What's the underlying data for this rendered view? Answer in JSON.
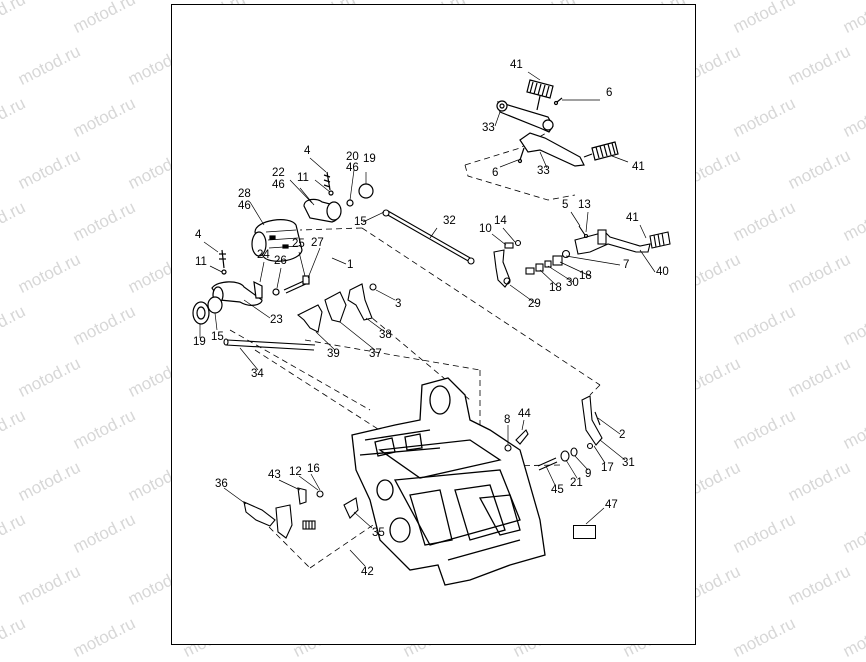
{
  "watermark": {
    "text": "motod.ru"
  },
  "diagram": {
    "callouts": [
      {
        "id": "41a",
        "label": "41"
      },
      {
        "id": "6a",
        "label": "6"
      },
      {
        "id": "33a",
        "label": "33"
      },
      {
        "id": "41b",
        "label": "41"
      },
      {
        "id": "6b",
        "label": "6"
      },
      {
        "id": "33b",
        "label": "33"
      },
      {
        "id": "4a",
        "label": "4"
      },
      {
        "id": "22",
        "label": "22"
      },
      {
        "id": "46a",
        "label": "46"
      },
      {
        "id": "11a",
        "label": "11"
      },
      {
        "id": "20",
        "label": "20"
      },
      {
        "id": "46b",
        "label": "46"
      },
      {
        "id": "19a",
        "label": "19"
      },
      {
        "id": "28",
        "label": "28"
      },
      {
        "id": "46c",
        "label": "46"
      },
      {
        "id": "15a",
        "label": "15"
      },
      {
        "id": "32",
        "label": "32"
      },
      {
        "id": "5",
        "label": "5"
      },
      {
        "id": "13",
        "label": "13"
      },
      {
        "id": "41c",
        "label": "41"
      },
      {
        "id": "14",
        "label": "14"
      },
      {
        "id": "10",
        "label": "10"
      },
      {
        "id": "4b",
        "label": "4"
      },
      {
        "id": "25",
        "label": "25"
      },
      {
        "id": "27",
        "label": "27"
      },
      {
        "id": "24",
        "label": "24"
      },
      {
        "id": "26",
        "label": "26"
      },
      {
        "id": "11b",
        "label": "11"
      },
      {
        "id": "1",
        "label": "1"
      },
      {
        "id": "7",
        "label": "7"
      },
      {
        "id": "18a",
        "label": "18"
      },
      {
        "id": "30",
        "label": "30"
      },
      {
        "id": "18b",
        "label": "18"
      },
      {
        "id": "40",
        "label": "40"
      },
      {
        "id": "3",
        "label": "3"
      },
      {
        "id": "29",
        "label": "29"
      },
      {
        "id": "23",
        "label": "23"
      },
      {
        "id": "19b",
        "label": "19"
      },
      {
        "id": "15b",
        "label": "15"
      },
      {
        "id": "38",
        "label": "38"
      },
      {
        "id": "39",
        "label": "39"
      },
      {
        "id": "37",
        "label": "37"
      },
      {
        "id": "34",
        "label": "34"
      },
      {
        "id": "8",
        "label": "8"
      },
      {
        "id": "44",
        "label": "44"
      },
      {
        "id": "2",
        "label": "2"
      },
      {
        "id": "9",
        "label": "9"
      },
      {
        "id": "17",
        "label": "17"
      },
      {
        "id": "31",
        "label": "31"
      },
      {
        "id": "21",
        "label": "21"
      },
      {
        "id": "45",
        "label": "45"
      },
      {
        "id": "43",
        "label": "43"
      },
      {
        "id": "12",
        "label": "12"
      },
      {
        "id": "16",
        "label": "16"
      },
      {
        "id": "36",
        "label": "36"
      },
      {
        "id": "35",
        "label": "35"
      },
      {
        "id": "47",
        "label": "47"
      },
      {
        "id": "42",
        "label": "42"
      }
    ]
  }
}
